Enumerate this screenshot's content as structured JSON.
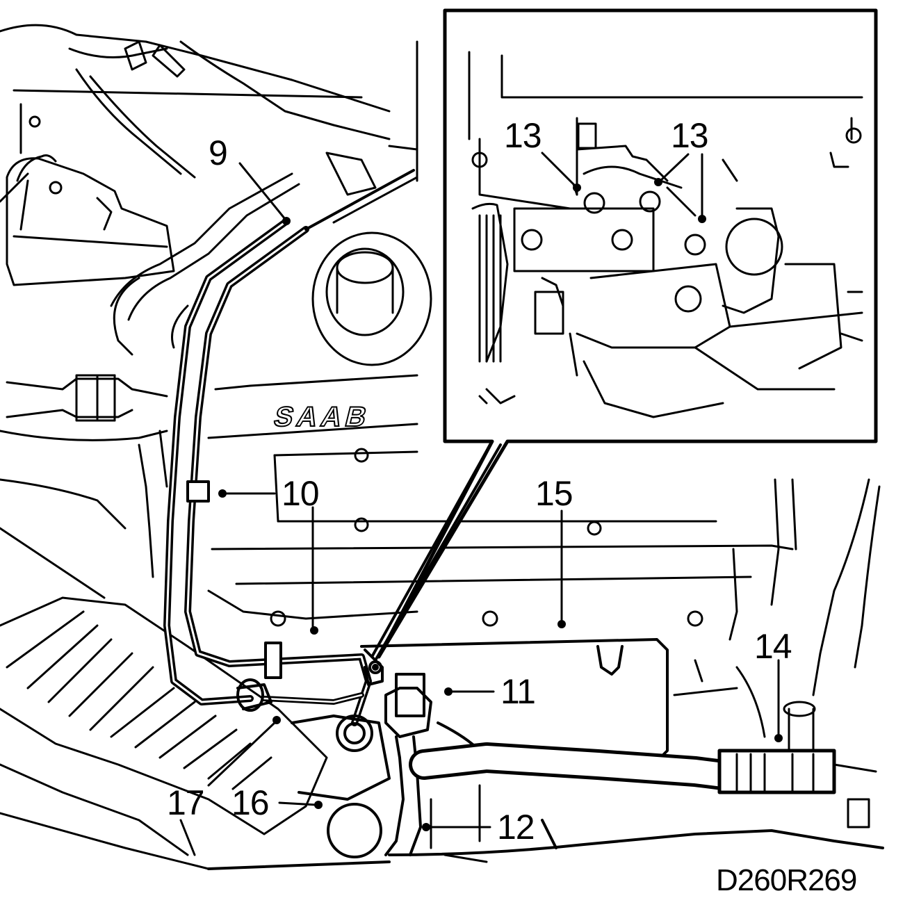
{
  "figure": {
    "id_label": "D260R269",
    "logo_text": "SAAB"
  },
  "callouts": {
    "c9": "9",
    "c10": "10",
    "c11": "11",
    "c12": "12",
    "c13a": "13",
    "c13b": "13",
    "c14": "14",
    "c15": "15",
    "c16": "16",
    "c17": "17"
  },
  "colors": {
    "ink": "#000000",
    "paper": "#ffffff"
  }
}
